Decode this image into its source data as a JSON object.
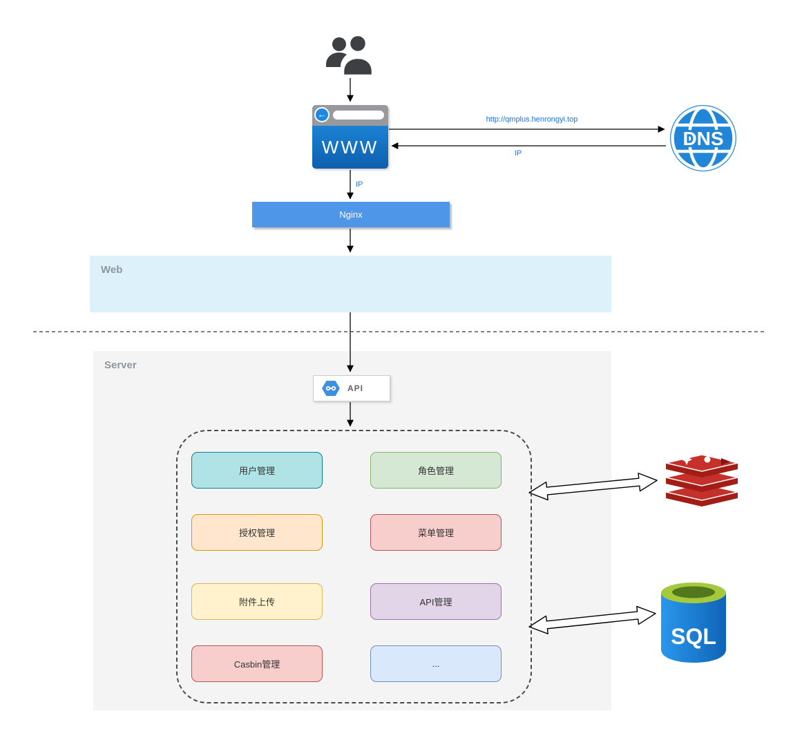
{
  "zones": {
    "web": "Web",
    "server": "Server"
  },
  "nodes": {
    "browser_label": "WWW",
    "dns_label": "DNS",
    "nginx_label": "Nginx",
    "api_label": "API",
    "sql_label": "SQL"
  },
  "edges": {
    "browser_to_dns_label": "http://qmplus.henrongyi.top",
    "dns_to_browser_label": "IP",
    "browser_to_nginx_label": "IP"
  },
  "modules": [
    {
      "label": "用户管理",
      "fill": "#b0e3e6",
      "border": "#0e8088"
    },
    {
      "label": "角色管理",
      "fill": "#d5e8d4",
      "border": "#82b366"
    },
    {
      "label": "授权管理",
      "fill": "#ffe6cc",
      "border": "#d79b00"
    },
    {
      "label": "菜单管理",
      "fill": "#f8cecc",
      "border": "#b85450"
    },
    {
      "label": "附件上传",
      "fill": "#fff2cc",
      "border": "#d6b656"
    },
    {
      "label": "API管理",
      "fill": "#e1d5e7",
      "border": "#9673a6"
    },
    {
      "label": "Casbin管理",
      "fill": "#f8cecc",
      "border": "#b85450"
    },
    {
      "label": "...",
      "fill": "#dae8fc",
      "border": "#6c8ebf"
    }
  ],
  "icons": {
    "users": "two-person-silhouette",
    "browser": "browser-window",
    "dns": "globe",
    "api": "hexagon-link",
    "redis": "stacked-red-discs-database",
    "sql": "blue-cylinder-database"
  },
  "colors": {
    "edge_label_blue": "#1a73e8",
    "nginx_fill": "#4d96e8",
    "web_zone_fill": "#ddf1fb",
    "server_zone_fill": "#f4f4f4",
    "browser_fill": "#1672c4",
    "dns_fill": "#2286d8",
    "redis_red": "#c6302b",
    "sql_blue": "#1a7fd4",
    "sql_green": "#a4c93c"
  }
}
